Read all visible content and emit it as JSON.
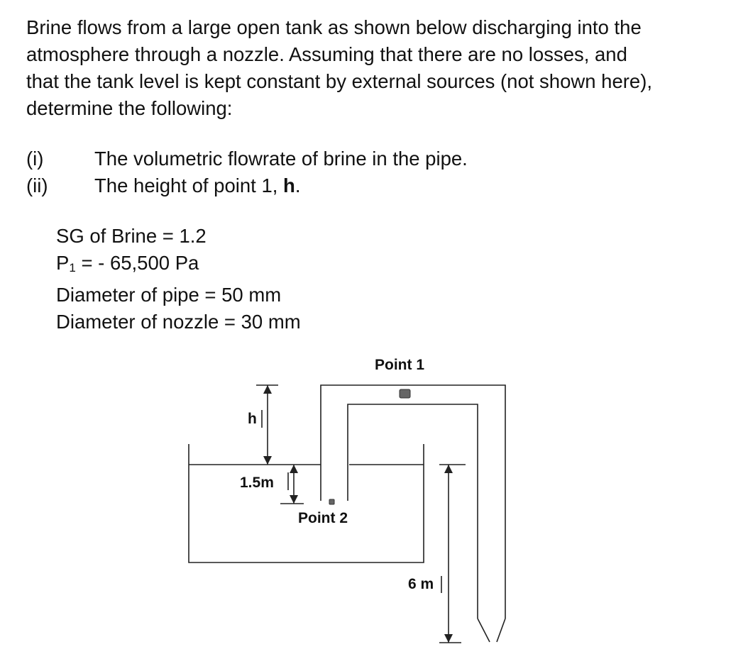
{
  "problem": {
    "intro_lines": [
      "Brine flows from a large open tank as shown below discharging into the",
      "atmosphere through a nozzle.  Assuming that there are no losses, and",
      "that the tank level is kept constant by external sources (not shown here),",
      "determine the following:"
    ],
    "items": [
      {
        "num": "(i)",
        "text": "The volumetric flowrate of brine in the pipe."
      },
      {
        "num": "(ii)",
        "text": "The height of point 1, ",
        "var": "h",
        "end": "."
      }
    ],
    "given": {
      "sg": "SG of Brine = 1.2",
      "p_sym": "P",
      "p_sub": "1",
      "p_rest": " = - 65,500 Pa",
      "pipe": "Diameter of pipe = 50 mm",
      "nozzle": "Diameter of nozzle = 30 mm"
    }
  },
  "diagram": {
    "label_point1": "Point 1",
    "label_point2": "Point 2",
    "label_h": "h",
    "label_15": "1.5m",
    "label_6": "6 m"
  }
}
